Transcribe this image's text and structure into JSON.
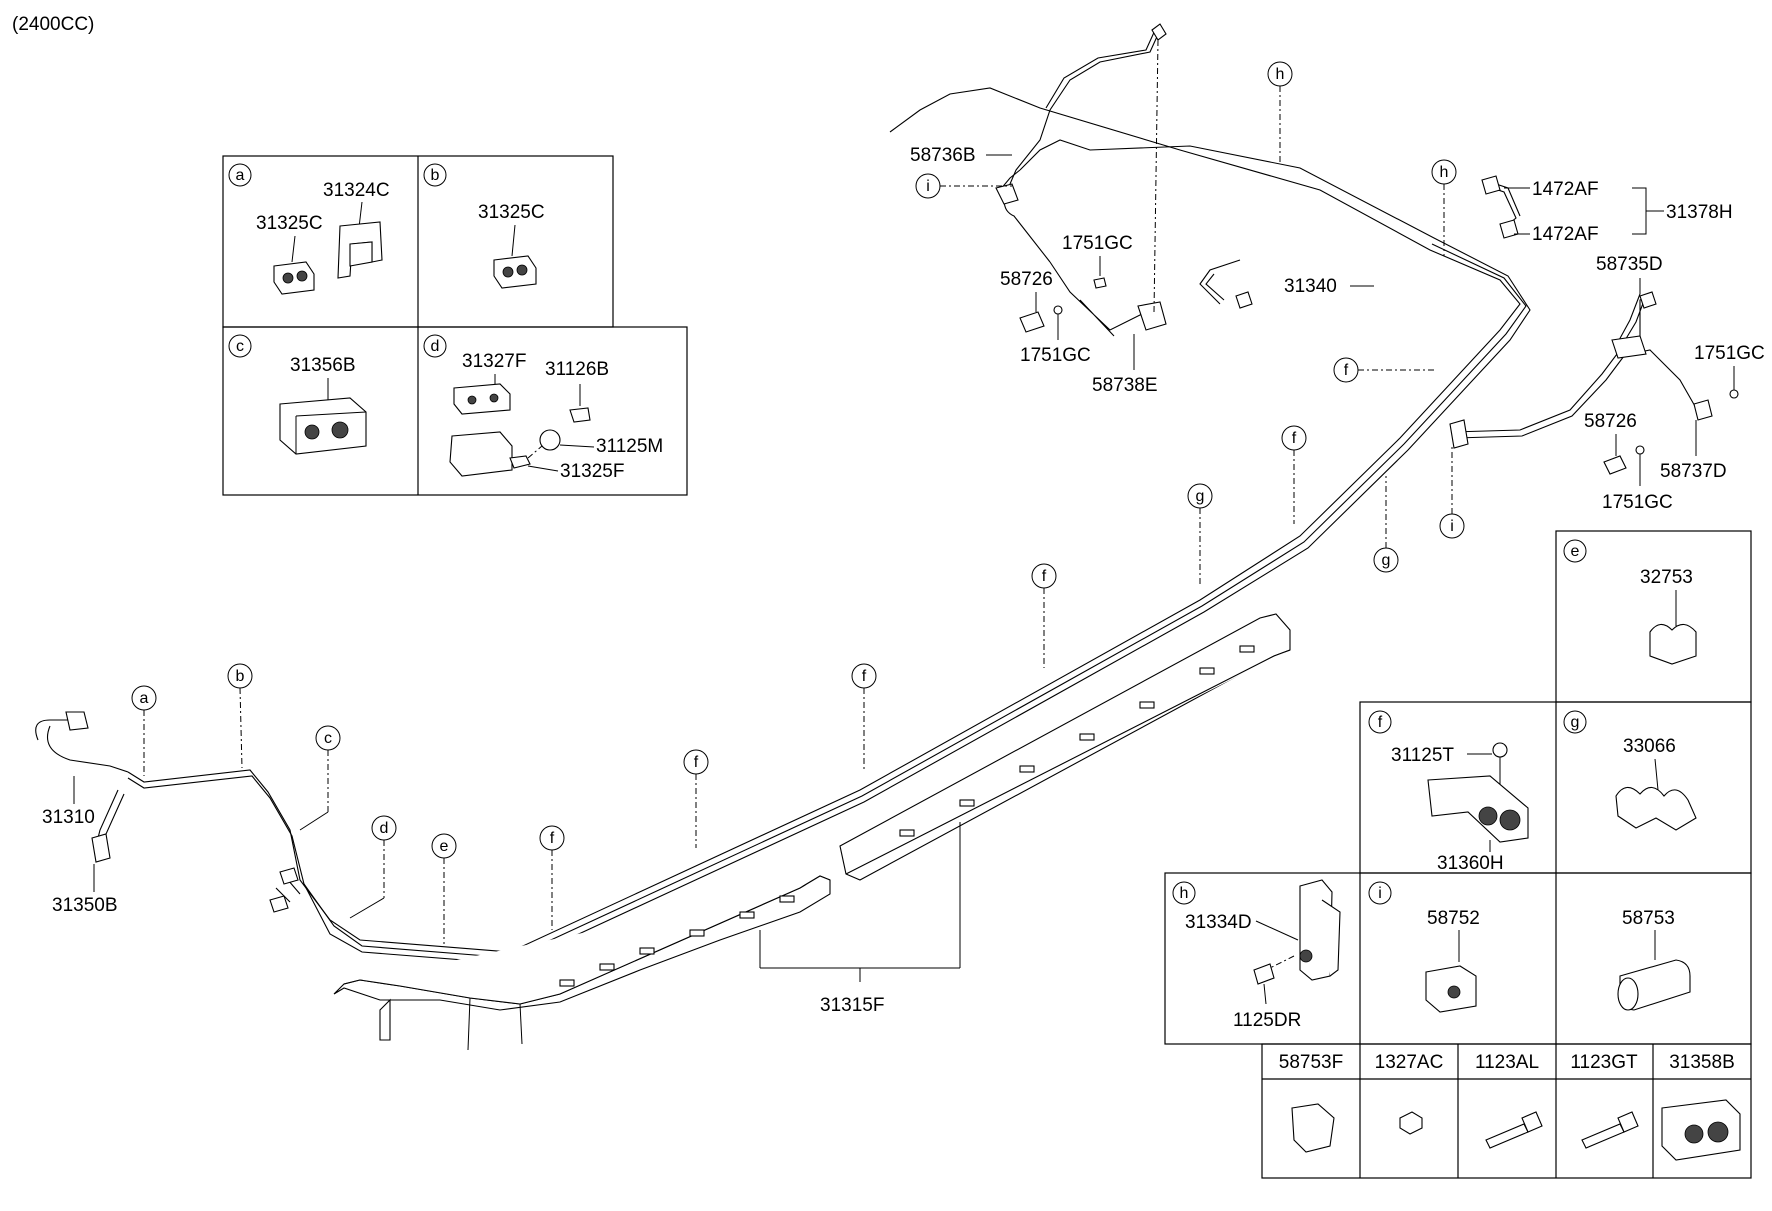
{
  "title": "(2400CC)",
  "callout_letters": [
    "a",
    "b",
    "c",
    "d",
    "e",
    "f",
    "g",
    "h",
    "i"
  ],
  "detail_boxes": {
    "a": {
      "letter": "a",
      "parts": [
        "31324C",
        "31325C"
      ]
    },
    "b": {
      "letter": "b",
      "parts": [
        "31325C"
      ]
    },
    "c": {
      "letter": "c",
      "parts": [
        "31356B"
      ]
    },
    "d": {
      "letter": "d",
      "parts": [
        "31327F",
        "31126B",
        "31125M",
        "31325F"
      ]
    },
    "e": {
      "letter": "e",
      "parts": [
        "32753"
      ]
    },
    "f": {
      "letter": "f",
      "parts": [
        "31125T",
        "31360H"
      ]
    },
    "g": {
      "letter": "g",
      "parts": [
        "33066"
      ]
    },
    "h": {
      "letter": "h",
      "parts": [
        "31334D",
        "1125DR"
      ]
    },
    "i": {
      "letter": "i",
      "parts": [
        "58752"
      ]
    },
    "blank": {
      "parts": [
        "58753"
      ]
    }
  },
  "main_parts": [
    "58736B",
    "1751GC",
    "58726",
    "1751GC",
    "58738E",
    "31340",
    "1472AF",
    "1472AF",
    "31378H",
    "58735D",
    "1751GC",
    "58726",
    "58737D",
    "1751GC",
    "31310",
    "31350B",
    "31315F"
  ],
  "bottom_table": [
    "58753F",
    "1327AC",
    "1123AL",
    "1123GT",
    "31358B"
  ]
}
